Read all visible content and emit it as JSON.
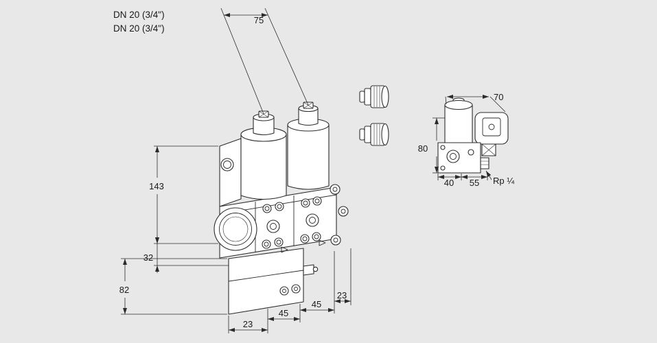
{
  "colors": {
    "background": "#e8e8e8",
    "line": "#2b2b2b",
    "fill": "#ffffff",
    "text": "#1a1a1a"
  },
  "labels": {
    "dn": [
      "DN 20 (3/4\")",
      "DN 20 (3/4\")"
    ]
  },
  "dimensions": {
    "main_view": {
      "coil_spacing": "75",
      "height_upper": "143",
      "height_mid": "32",
      "height_lower": "82",
      "bottom": [
        "23",
        "45",
        "45",
        "23"
      ]
    },
    "side_view": {
      "width": "70",
      "height": "80",
      "depth_a": "40",
      "depth_b": "55",
      "thread": "Rp ¼"
    }
  }
}
